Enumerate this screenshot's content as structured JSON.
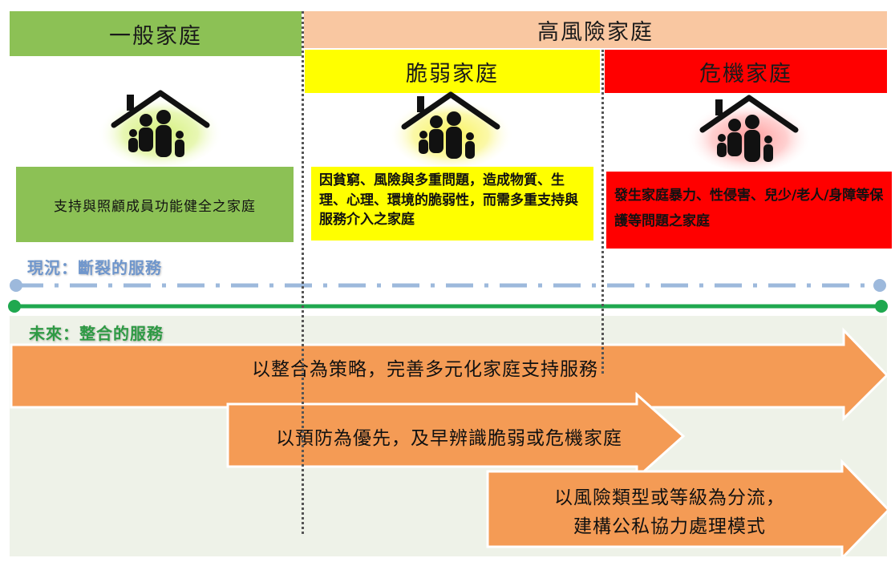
{
  "columns": {
    "general": {
      "title": "一般家庭",
      "description": "支持與照顧成員功能健全之家庭"
    },
    "high_risk": {
      "title": "高風險家庭"
    },
    "vulnerable": {
      "title": "脆弱家庭",
      "description": "因貧窮、風險與多重問題，造成物質、生理、心理、環境的脆弱性，而需多重支持與服務介入之家庭"
    },
    "crisis": {
      "title": "危機家庭",
      "description": "發生家庭暴力、性侵害、兒少/老人/身障等保護等問題之家庭"
    }
  },
  "timeline": {
    "current_label": "現況：斷裂的服務",
    "future_label": "未來：整合的服務"
  },
  "arrows": [
    {
      "text": "以整合為策略，完善多元化家庭支持服務"
    },
    {
      "text": "以預防為優先，及早辨識脆弱或危機家庭"
    },
    {
      "line1": "以風險類型或等級為分流，",
      "line2": "建構公私協力處理模式"
    }
  ],
  "colors": {
    "general_header": "#8cc155",
    "high_risk_header": "#f9c7a1",
    "vulnerable": "#ffff00",
    "crisis": "#ff0000",
    "current_line": "#9db9dc",
    "future_line": "#1fa84f",
    "arrow": "#f49b55",
    "future_bg": "#eef2e8"
  },
  "icons": {
    "house": "family-house-icon"
  }
}
